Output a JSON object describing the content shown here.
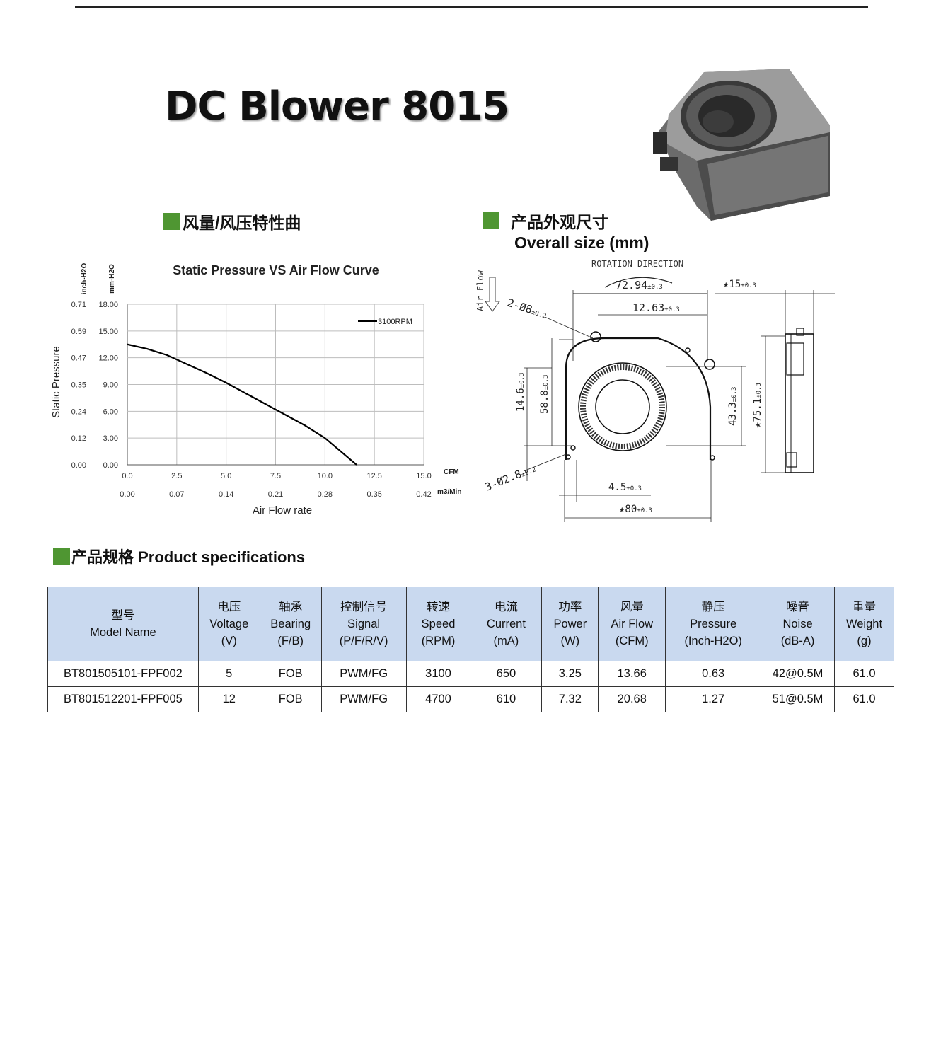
{
  "document": {
    "title": "DC Blower 8015"
  },
  "sections": {
    "curve": "风量/风压特性曲",
    "size": "产品外观尺寸",
    "size_en": "Overall size (mm)",
    "spec": "产品规格 Product specifications"
  },
  "chart_data": {
    "type": "line",
    "title": "Static Pressure VS Air Flow Curve",
    "xlabel": "Air Flow rate",
    "ylabel": "Static Pressure",
    "x_unit_primary": "CFM",
    "x_unit_secondary": "m3/Min",
    "y_unit_primary": "mm-H2O",
    "y_unit_secondary": "inch-H2O",
    "x_ticks_cfm": [
      "0.0",
      "2.5",
      "5.0",
      "7.5",
      "10.0",
      "12.5",
      "15.0"
    ],
    "x_ticks_m3": [
      "0.00",
      "0.07",
      "0.14",
      "0.21",
      "0.28",
      "0.35",
      "0.42"
    ],
    "y_ticks_mm": [
      "0.00",
      "3.00",
      "6.00",
      "9.00",
      "12.00",
      "15.00",
      "18.00"
    ],
    "y_ticks_inch": [
      "0.00",
      "0.12",
      "0.24",
      "0.35",
      "0.47",
      "0.59",
      "0.71"
    ],
    "xlim": [
      0,
      15
    ],
    "ylim": [
      0,
      18
    ],
    "grid": true,
    "legend_position": "top-right",
    "series": [
      {
        "name": "3100RPM",
        "color": "#000000",
        "x": [
          0,
          1,
          2,
          3,
          4,
          5,
          6,
          7,
          8,
          9,
          10,
          10.8,
          11.6
        ],
        "y": [
          13.5,
          13.0,
          12.3,
          11.3,
          10.3,
          9.2,
          8.0,
          6.8,
          5.6,
          4.4,
          3.0,
          1.5,
          0
        ]
      }
    ]
  },
  "drawing": {
    "rotation": "ROTATION DIRECTION",
    "airflow": "Air Flow",
    "d_width_top": "72.94",
    "d_width_top_tol": "±0.3",
    "d_offset": "12.63",
    "d_offset_tol": "±0.3",
    "d_hole_top": "2-Ø8",
    "d_hole_top_tol": "±0.2",
    "d_hole_bottom": "3-Ø2.8",
    "d_hole_bottom_tol": "±0.2",
    "d_h1": "14.6",
    "d_h1_tol": "±0.3",
    "d_h2": "58.8",
    "d_h2_tol": "±0.3",
    "d_h3": "43.3",
    "d_h3_tol": "±0.3",
    "d_h4": "★75.1",
    "d_h4_tol": "±0.3",
    "d_thick": "★15",
    "d_thick_tol": "±0.3",
    "d_foot": "4.5",
    "d_foot_tol": "±0.3",
    "d_width": "★80",
    "d_width_tol": "±0.3"
  },
  "table": {
    "headers": [
      {
        "cn": "型号",
        "en": "Model Name",
        "unit": ""
      },
      {
        "cn": "电压",
        "en": "Voltage",
        "unit": "(V)"
      },
      {
        "cn": "轴承",
        "en": "Bearing",
        "unit": "(F/B)"
      },
      {
        "cn": "控制信号",
        "en": "Signal",
        "unit": "(P/F/R/V)"
      },
      {
        "cn": "转速",
        "en": "Speed",
        "unit": "(RPM)"
      },
      {
        "cn": "电流",
        "en": "Current",
        "unit": "(mA)"
      },
      {
        "cn": "功率",
        "en": "Power",
        "unit": "(W)"
      },
      {
        "cn": "风量",
        "en": "Air Flow",
        "unit": "(CFM)"
      },
      {
        "cn": "静压",
        "en": "Pressure",
        "unit": "(Inch-H2O)"
      },
      {
        "cn": "噪音",
        "en": "Noise",
        "unit": "(dB-A)"
      },
      {
        "cn": "重量",
        "en": "Weight",
        "unit": "(g)"
      }
    ],
    "rows": [
      [
        "BT801505101-FPF002",
        "5",
        "FOB",
        "PWM/FG",
        "3100",
        "650",
        "3.25",
        "13.66",
        "0.63",
        "42@0.5M",
        "61.0"
      ],
      [
        "BT801512201-FPF005",
        "12",
        "FOB",
        "PWM/FG",
        "4700",
        "610",
        "7.32",
        "20.68",
        "1.27",
        "51@0.5M",
        "61.0"
      ]
    ]
  }
}
